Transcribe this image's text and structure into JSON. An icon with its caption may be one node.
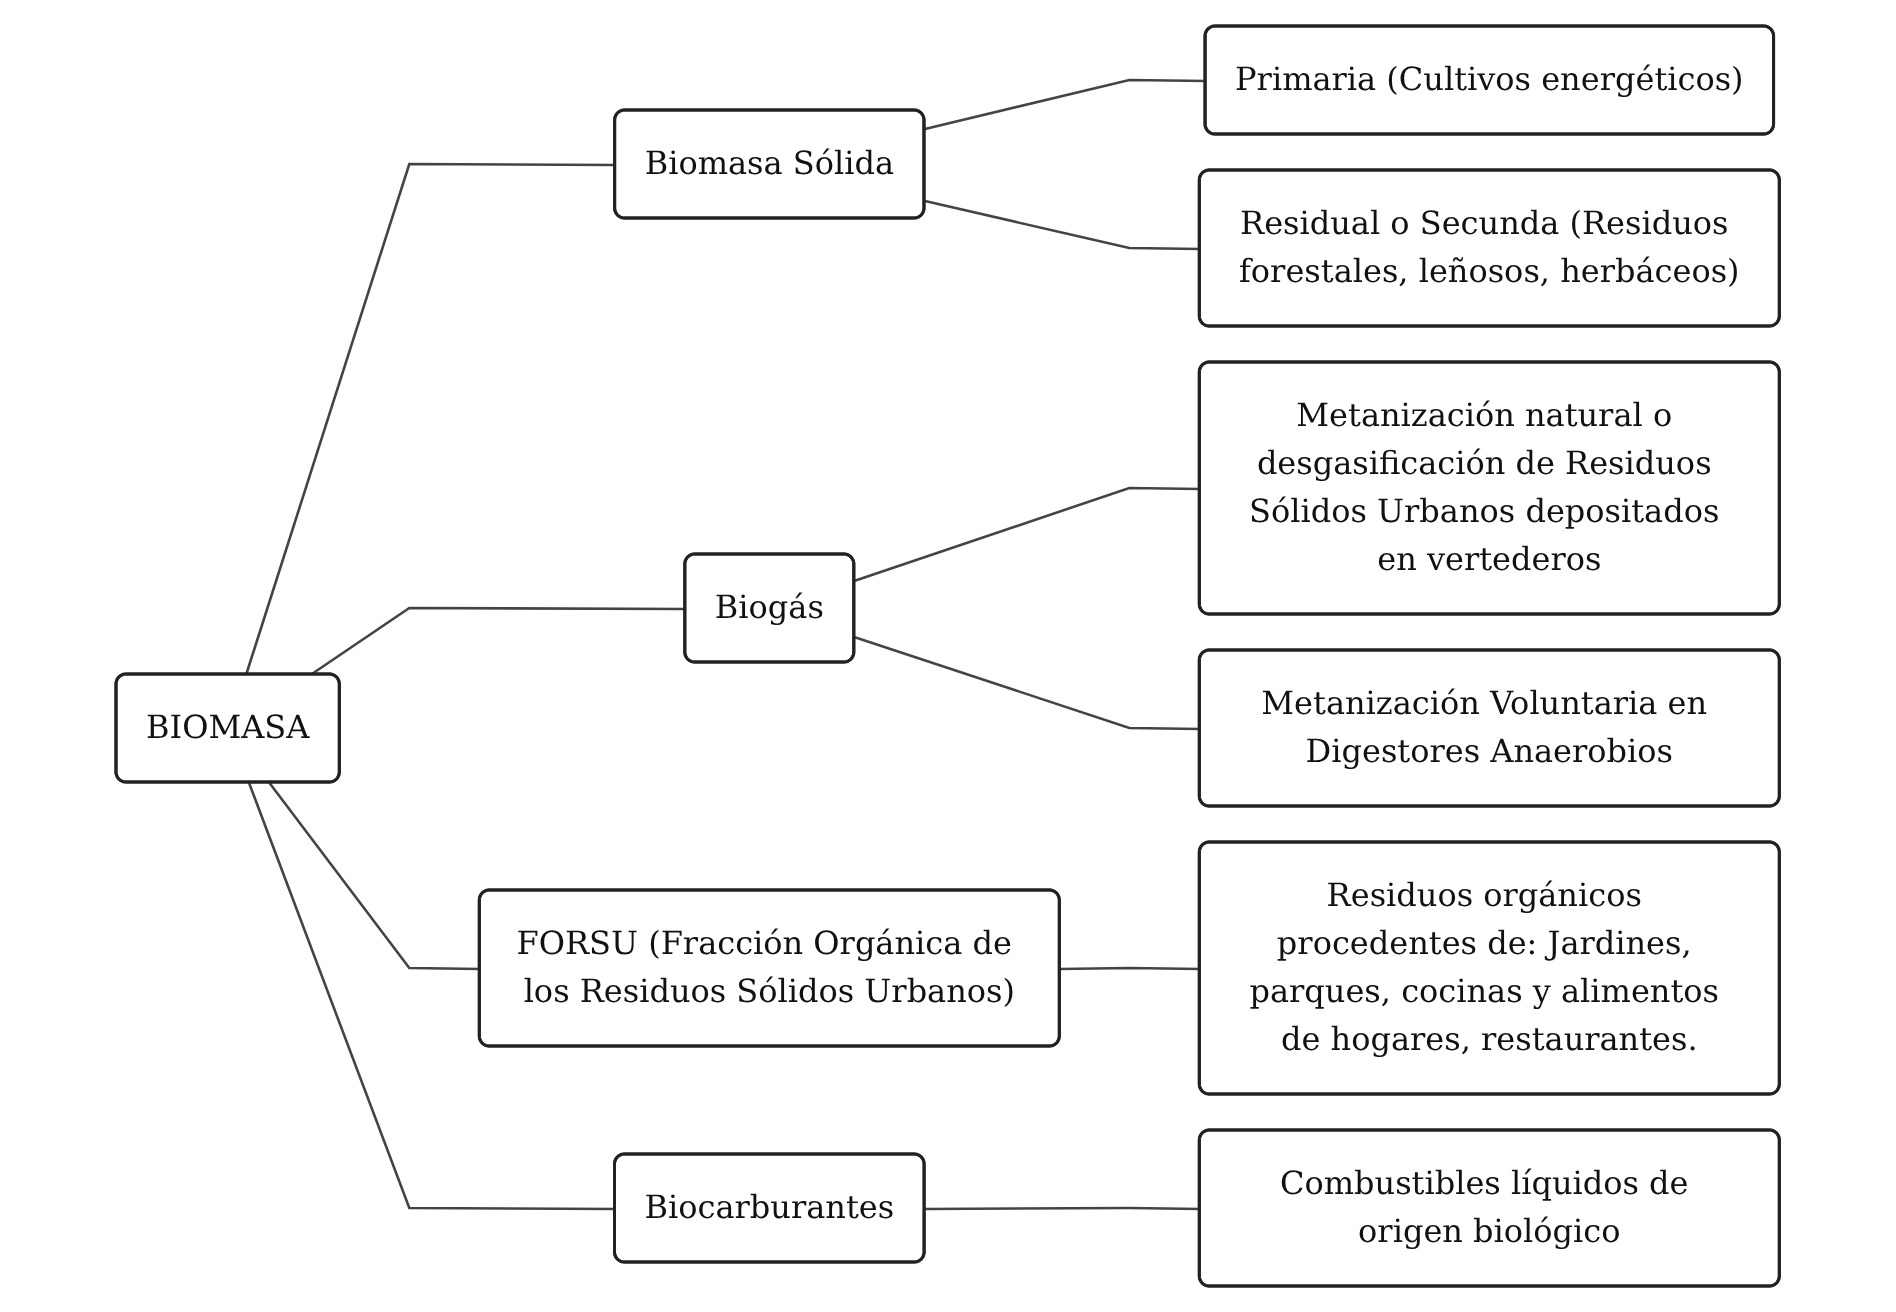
{
  "diagram": {
    "nodes": [
      {
        "text": [
          "BIOMASA"
        ]
      },
      {
        "text": [
          "Biomasa Sólida"
        ]
      },
      {
        "text": [
          "Primaria (Cultivos energéticos)"
        ]
      },
      {
        "text": [
          "Residual o Secunda (Residuos forestales, leñosos, herbáceos)"
        ]
      },
      {
        "text": [
          "Biogás"
        ]
      },
      {
        "text": [
          "Metanización natural o desgasificación de Residuos Sólidos Urbanos depositados en vertederos"
        ]
      },
      {
        "text": [
          "Metanización Voluntaria en Digestores Anaerobios"
        ]
      },
      {
        "text": [
          "FORSU (Fracción Orgánica de los Residuos Sólidos Urbanos)"
        ]
      },
      {
        "text": [
          "Residuos orgánicos procedentes de: Jardines, parques, cocinas y alimentos de hogares, restaurantes."
        ]
      },
      {
        "text": [
          "Biocarburantes"
        ]
      },
      {
        "text": [
          "Combustibles líquidos de origen biológico"
        ]
      }
    ],
    "edges": [
      {
        "from": 0,
        "to": 1,
        "arrow": "none"
      },
      {
        "from": 1,
        "to": 2,
        "arrow": "none"
      },
      {
        "from": 1,
        "to": 3,
        "arrow": "none"
      },
      {
        "from": 0,
        "to": 4,
        "arrow": "none"
      },
      {
        "from": 4,
        "to": 5,
        "arrow": "none"
      },
      {
        "from": 4,
        "to": 6,
        "arrow": "none"
      },
      {
        "from": 0,
        "to": 7,
        "arrow": "none"
      },
      {
        "from": 7,
        "to": 8,
        "arrow": "none"
      },
      {
        "from": 0,
        "to": 9,
        "arrow": "none"
      },
      {
        "from": 9,
        "to": 10,
        "arrow": "none"
      }
    ]
  }
}
